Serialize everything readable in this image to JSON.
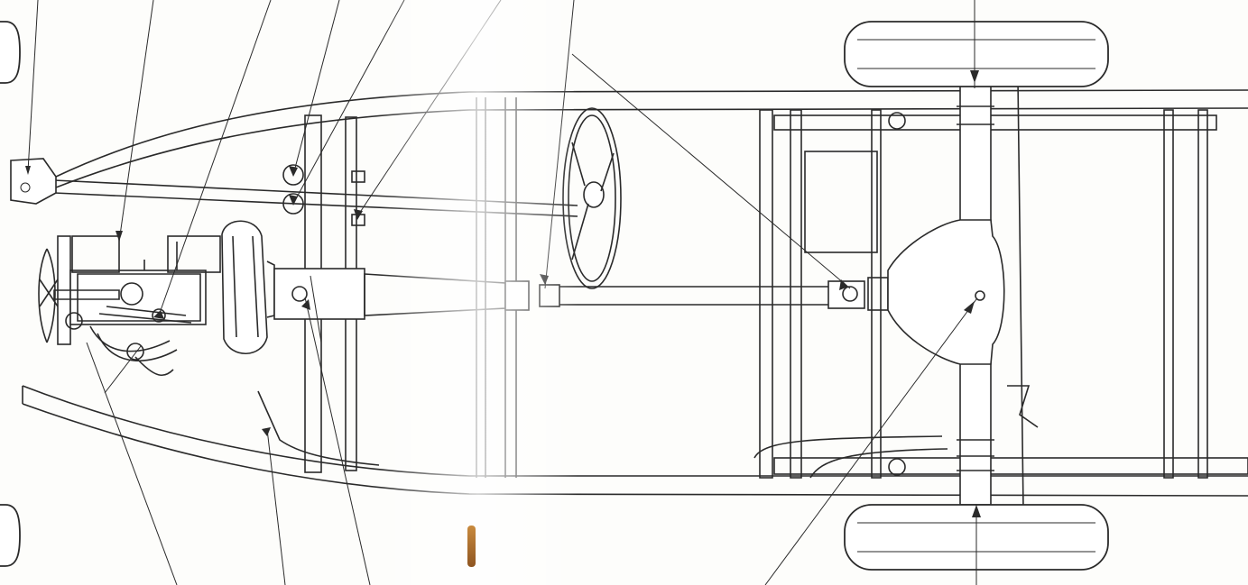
{
  "diagram": {
    "subject": "",
    "components": [
      {
        "id": "front-wheel-left",
        "kind": "tyre"
      },
      {
        "id": "front-wheel-right",
        "kind": "tyre"
      },
      {
        "id": "rear-wheel-left",
        "kind": "tyre"
      },
      {
        "id": "rear-wheel-right",
        "kind": "tyre"
      },
      {
        "id": "engine",
        "kind": "assembly"
      },
      {
        "id": "flywheel-housing",
        "kind": "assembly"
      },
      {
        "id": "gearbox",
        "kind": "assembly"
      },
      {
        "id": "propeller-shaft",
        "kind": "shaft"
      },
      {
        "id": "steering-wheel",
        "kind": "control"
      },
      {
        "id": "steering-column",
        "kind": "shaft"
      },
      {
        "id": "rear-axle-differential",
        "kind": "assembly"
      },
      {
        "id": "frame-side-members",
        "kind": "frame"
      },
      {
        "id": "frame-cross-members",
        "kind": "frame"
      },
      {
        "id": "fuel-tank",
        "kind": "tank"
      }
    ],
    "leader_lines_count": 18,
    "colors": {
      "ink": "#2a2a2a",
      "paper": "#fdfdfb",
      "bookmark": "#b0702f"
    }
  }
}
